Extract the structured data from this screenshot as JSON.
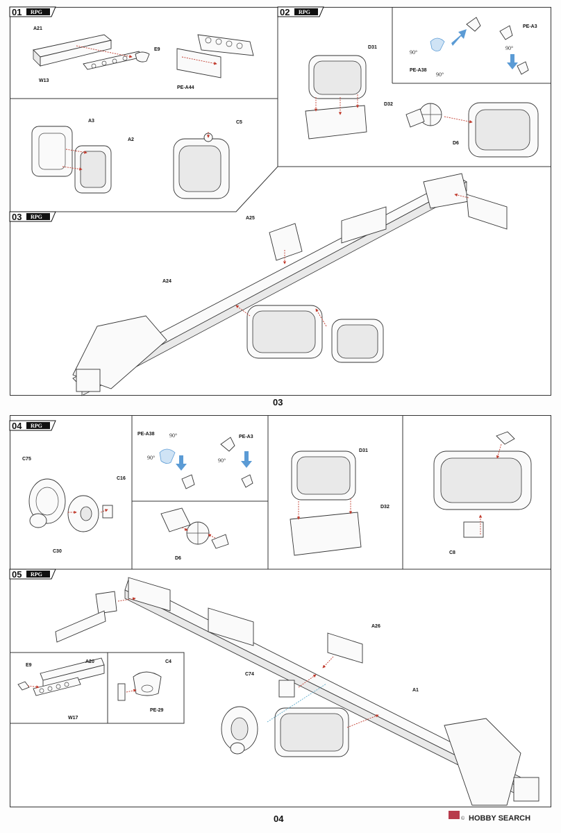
{
  "pages": {
    "top_number": "03",
    "bottom_number": "04"
  },
  "steps": {
    "s01": {
      "num": "01",
      "brand": "RPG"
    },
    "s02": {
      "num": "02",
      "brand": "RPG"
    },
    "s03": {
      "num": "03",
      "brand": "RPG"
    },
    "s04": {
      "num": "04",
      "brand": "RPG"
    },
    "s05": {
      "num": "05",
      "brand": "RPG"
    }
  },
  "labels": {
    "A21": "A21",
    "E9": "E9",
    "W13": "W13",
    "PE_A44": "PE-A44",
    "A3": "A3",
    "A2": "A2",
    "C5": "C5",
    "D31": "D31",
    "D32": "D32",
    "PE_A3": "PE-A3",
    "PE_A38": "PE-A38",
    "D6": "D6",
    "A25": "A25",
    "A24": "A24",
    "C75": "C75",
    "C16": "C16",
    "C30": "C30",
    "PE_A38b": "PE-A38",
    "PE_A3b": "PE-A3",
    "D6b": "D6",
    "D31b": "D31",
    "D32b": "D32",
    "C8": "C8",
    "A26": "A26",
    "C74": "C74",
    "A1": "A1",
    "E9b": "E9",
    "A20": "A20",
    "W17": "W17",
    "C4": "C4",
    "PE_29": "PE-29"
  },
  "angles": {
    "a90": "90°"
  },
  "watermark": {
    "brand": "HOBBY SEARCH",
    "tag": "©"
  }
}
